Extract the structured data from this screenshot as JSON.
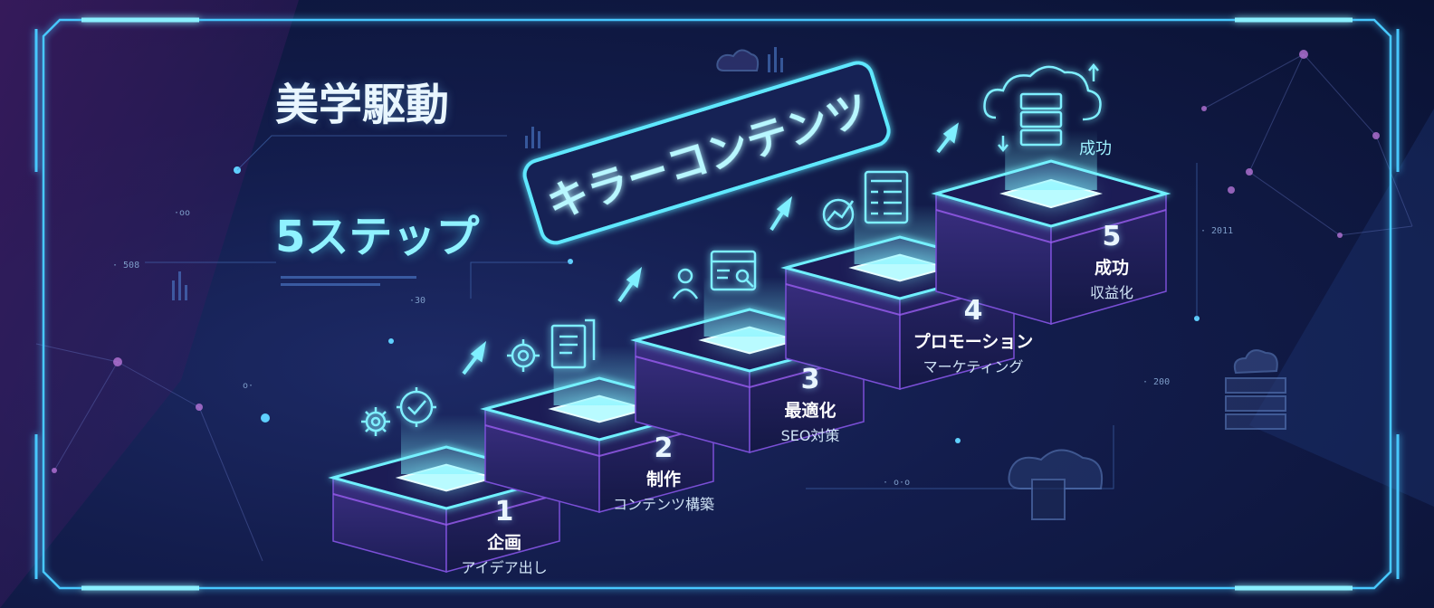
{
  "heading": {
    "line1": "美学駆動",
    "line2": "5ステップ"
  },
  "banner": {
    "text": "キラーコンテンツ"
  },
  "steps": [
    {
      "number": "1",
      "title": "企画",
      "desc": "アイデア出し"
    },
    {
      "number": "2",
      "title": "制作",
      "desc": "コンテンツ構築"
    },
    {
      "number": "3",
      "title": "最適化",
      "desc": "SEO対策"
    },
    {
      "number": "4",
      "title": "プロモーション",
      "desc": "マーケティング"
    },
    {
      "number": "5",
      "title": "成功",
      "desc": "収益化"
    }
  ],
  "success_tag": "成功",
  "decor": [
    "·oo",
    "· 508",
    "· 2011",
    "· 200",
    "· o·o",
    "·30",
    "o·"
  ],
  "colors": {
    "accent": "#5fe8ff",
    "frame": "#47c8ff",
    "purple": "#7a4fd6",
    "bg": "#131d4d"
  },
  "icons": [
    "gear-icon",
    "checkmark-gear-icon",
    "document-icon",
    "user-icon",
    "browser-search-icon",
    "chart-icon",
    "list-icon",
    "cloud-server-icon",
    "arrow-icon"
  ]
}
